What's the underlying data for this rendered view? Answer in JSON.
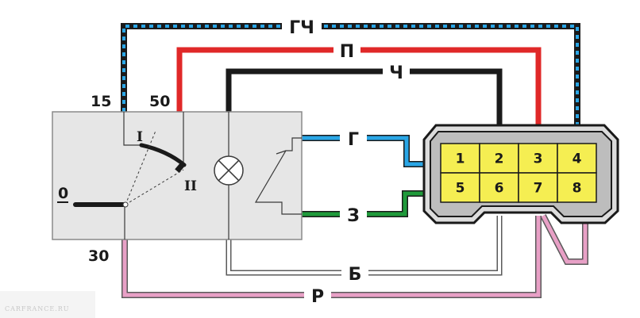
{
  "wire_labels": {
    "gch": "ГЧ",
    "p": "П",
    "ch": "Ч",
    "g": "Г",
    "z": "З",
    "b": "Б",
    "r": "Р"
  },
  "switch_terminals": {
    "t15": "15",
    "t50": "50",
    "t30": "30"
  },
  "switch_positions": {
    "zero": "0",
    "one": "I",
    "two": "II"
  },
  "connector_pins": [
    "1",
    "2",
    "3",
    "4",
    "5",
    "6",
    "7",
    "8"
  ],
  "watermark": "CARFRANCE.RU",
  "colors": {
    "black": "#1a1a1a",
    "red": "#e02828",
    "blue": "#2aa6e6",
    "green": "#1f9a3a",
    "pink": "#e8a0c6",
    "white_wire": "#ffffff",
    "switch_body": "#e6e6e6",
    "connector_shell": "#dcdcdc",
    "pin_fill": "#f5ee52"
  }
}
